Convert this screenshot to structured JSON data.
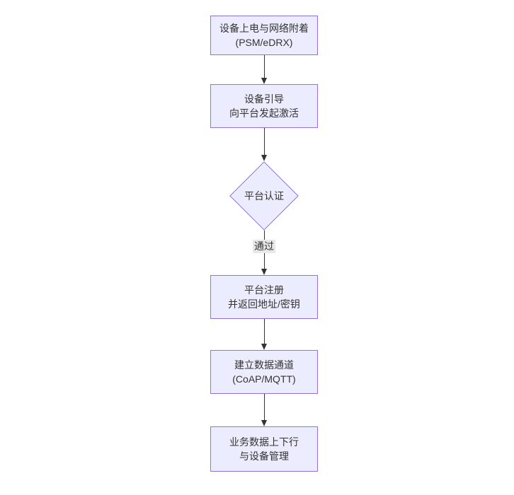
{
  "diagram": {
    "type": "flowchart",
    "direction": "top-down",
    "colors": {
      "node_fill": "#ECECFF",
      "node_border": "#9370DB",
      "arrow_color": "#333333",
      "text_color": "#333333",
      "edge_label_bg": "#e8e8e8",
      "canvas_bg": "#ffffff"
    },
    "nodes": [
      {
        "id": "power_network_attach",
        "shape": "rect",
        "lines": [
          "设备上电与网络附着",
          "(PSM/eDRX)"
        ]
      },
      {
        "id": "device_bootstrap",
        "shape": "rect",
        "lines": [
          "设备引导",
          "向平台发起激活"
        ]
      },
      {
        "id": "platform_auth",
        "shape": "diamond",
        "lines": [
          "平台认证"
        ]
      },
      {
        "id": "platform_register",
        "shape": "rect",
        "lines": [
          "平台注册",
          "并返回地址/密钥"
        ]
      },
      {
        "id": "data_channel",
        "shape": "rect",
        "lines": [
          "建立数据通道",
          "(CoAP/MQTT)"
        ]
      },
      {
        "id": "business_data",
        "shape": "rect",
        "lines": [
          "业务数据上下行",
          "与设备管理"
        ]
      }
    ],
    "edges": [
      {
        "from": "power_network_attach",
        "to": "device_bootstrap",
        "label": ""
      },
      {
        "from": "device_bootstrap",
        "to": "platform_auth",
        "label": ""
      },
      {
        "from": "platform_auth",
        "to": "platform_register",
        "label": "通过"
      },
      {
        "from": "platform_register",
        "to": "data_channel",
        "label": ""
      },
      {
        "from": "data_channel",
        "to": "business_data",
        "label": ""
      }
    ]
  }
}
